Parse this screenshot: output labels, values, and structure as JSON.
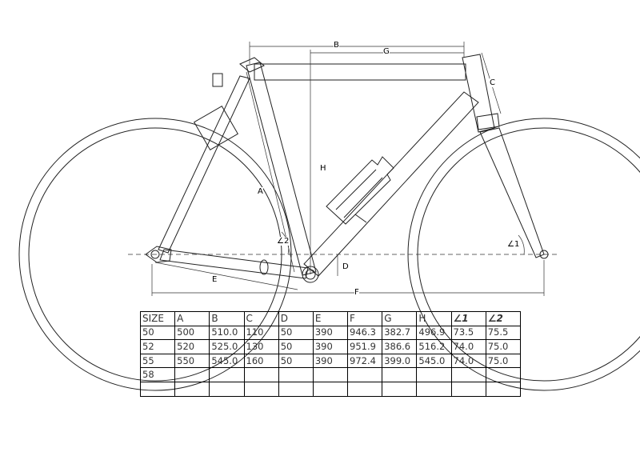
{
  "dimension_labels": {
    "B": "B",
    "G": "G",
    "C": "C",
    "H": "H",
    "A": "A",
    "L2": "∠2",
    "L1": "∠1",
    "D": "D",
    "E": "E",
    "F": "F"
  },
  "table": {
    "headers": [
      "SIZE",
      "A",
      "B",
      "C",
      "D",
      "E",
      "F",
      "G",
      "H",
      "∠1",
      "∠2"
    ],
    "rows": [
      [
        "50",
        "500",
        "510.0",
        "110",
        "50",
        "390",
        "946.3",
        "382.7",
        "496.9",
        "73.5",
        "75.5"
      ],
      [
        "52",
        "520",
        "525.0",
        "130",
        "50",
        "390",
        "951.9",
        "386.6",
        "516.2",
        "74.0",
        "75.0"
      ],
      [
        "55",
        "550",
        "545.0",
        "160",
        "50",
        "390",
        "972.4",
        "399.0",
        "545.0",
        "74.0",
        "75.0"
      ],
      [
        "58",
        "",
        "",
        "",
        "",
        "",
        "",
        "",
        "",
        "",
        ""
      ],
      [
        "",
        "",
        "",
        "",
        "",
        "",
        "",
        "",
        "",
        "",
        ""
      ]
    ]
  }
}
